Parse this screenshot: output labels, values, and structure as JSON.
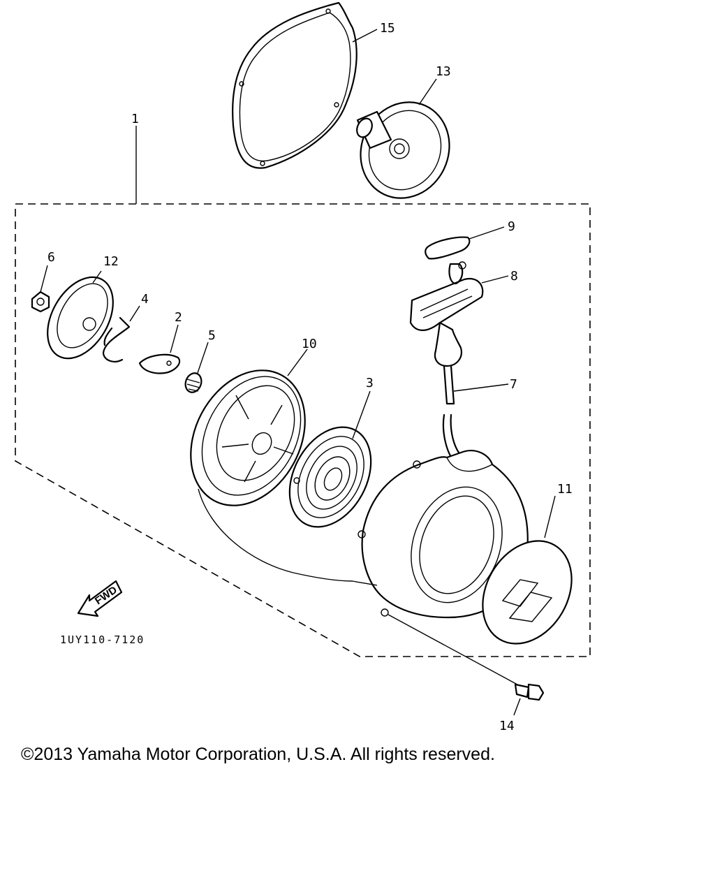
{
  "diagram": {
    "drawing_code": "1UY110-7120",
    "direction_arrow_text": "FWD",
    "callouts": [
      {
        "id": "c1",
        "number": "1"
      },
      {
        "id": "c2",
        "number": "2"
      },
      {
        "id": "c3",
        "number": "3"
      },
      {
        "id": "c4",
        "number": "4"
      },
      {
        "id": "c5",
        "number": "5"
      },
      {
        "id": "c6",
        "number": "6"
      },
      {
        "id": "c7",
        "number": "7"
      },
      {
        "id": "c8",
        "number": "8"
      },
      {
        "id": "c9",
        "number": "9"
      },
      {
        "id": "c10",
        "number": "10"
      },
      {
        "id": "c11",
        "number": "11"
      },
      {
        "id": "c12",
        "number": "12"
      },
      {
        "id": "c13",
        "number": "13"
      },
      {
        "id": "c14",
        "number": "14"
      },
      {
        "id": "c15",
        "number": "15"
      }
    ]
  },
  "footer": {
    "copyright": "©2013 Yamaha Motor Corporation, U.S.A. All rights reserved."
  }
}
